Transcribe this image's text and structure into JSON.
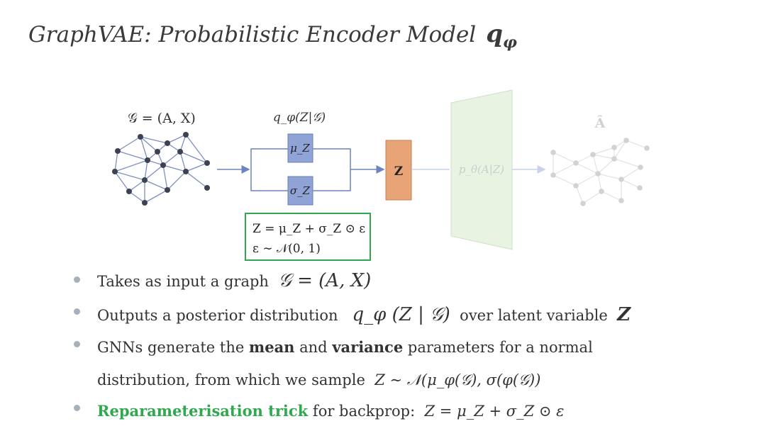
{
  "title": {
    "text": "GraphVAE: Probabilistic Encoder Model",
    "math_base": "q",
    "math_sub": "φ"
  },
  "diagram": {
    "input_label": "𝒢 = (A, X)",
    "encoder_label": "q_φ(Z|𝒢)",
    "mu_box": "μ_Z",
    "sigma_box": "σ_Z",
    "z_box": "Z",
    "decoder_label": "p_θ(A|Z)",
    "output_label": "Â",
    "formula_line1": "Z = μ_Z + σ_Z ⊙ ε",
    "formula_line2": "ε ∼ 𝒩(0, 1)",
    "colors": {
      "mu_sigma_fill": "#8fa3d6",
      "z_fill": "#e8a476",
      "trapezoid_fill": "#e8f3e2",
      "green_border": "#2fa84f",
      "edge_blue": "#7d8fc4",
      "node_dark": "#3d4150",
      "faded": "#d5d5d8"
    }
  },
  "bullets": [
    {
      "pre": "Takes as input a graph",
      "math": "𝒢 = (A, X)"
    },
    {
      "pre": "Outputs a posterior distribution",
      "math": "q_φ (Z | 𝒢)",
      "post": "over latent variable",
      "math2": "Z"
    },
    {
      "pre": "GNNs generate the",
      "bold1": "mean",
      "mid": "and",
      "bold2": "variance",
      "post": "parameters for a normal",
      "line2_pre": "distribution, from which we sample",
      "line2_math": "Z ∼ 𝒩(μ_φ(𝒢), σ(φ(𝒢))"
    },
    {
      "highlight": "Reparameterisation trick",
      "post": "for backprop:",
      "math": "Z = μ_Z + σ_Z ⊙ ε"
    }
  ]
}
